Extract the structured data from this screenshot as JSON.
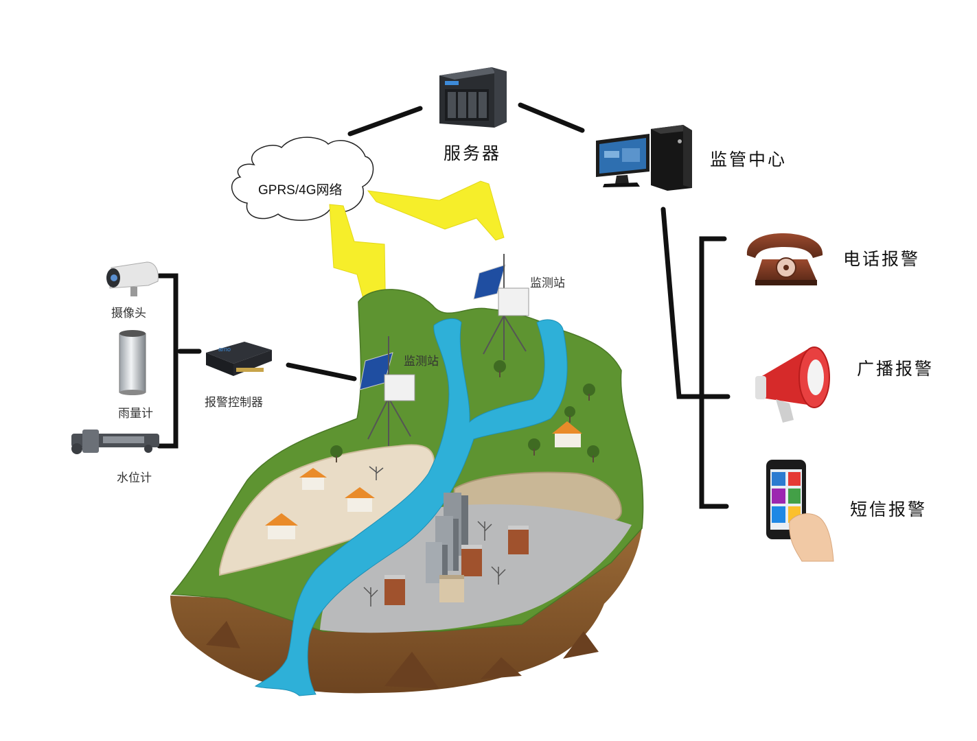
{
  "labels": {
    "server": "服务器",
    "monitor_center": "监管中心",
    "network": "GPRS/4G网络",
    "phone_alarm": "电话报警",
    "broadcast_alarm": "广播报警",
    "sms_alarm": "短信报警",
    "camera": "摄像头",
    "rain_gauge": "雨量计",
    "water_level": "水位计",
    "alarm_controller": "报警控制器",
    "station_1": "监测站",
    "station_2": "监测站"
  },
  "colors": {
    "grass": "#5e9431",
    "soil": "#8a5a2b",
    "river": "#2eb0d8",
    "lightning": "#f6ee2a",
    "city": "#b9babb",
    "sand": "#e9dcc6"
  }
}
